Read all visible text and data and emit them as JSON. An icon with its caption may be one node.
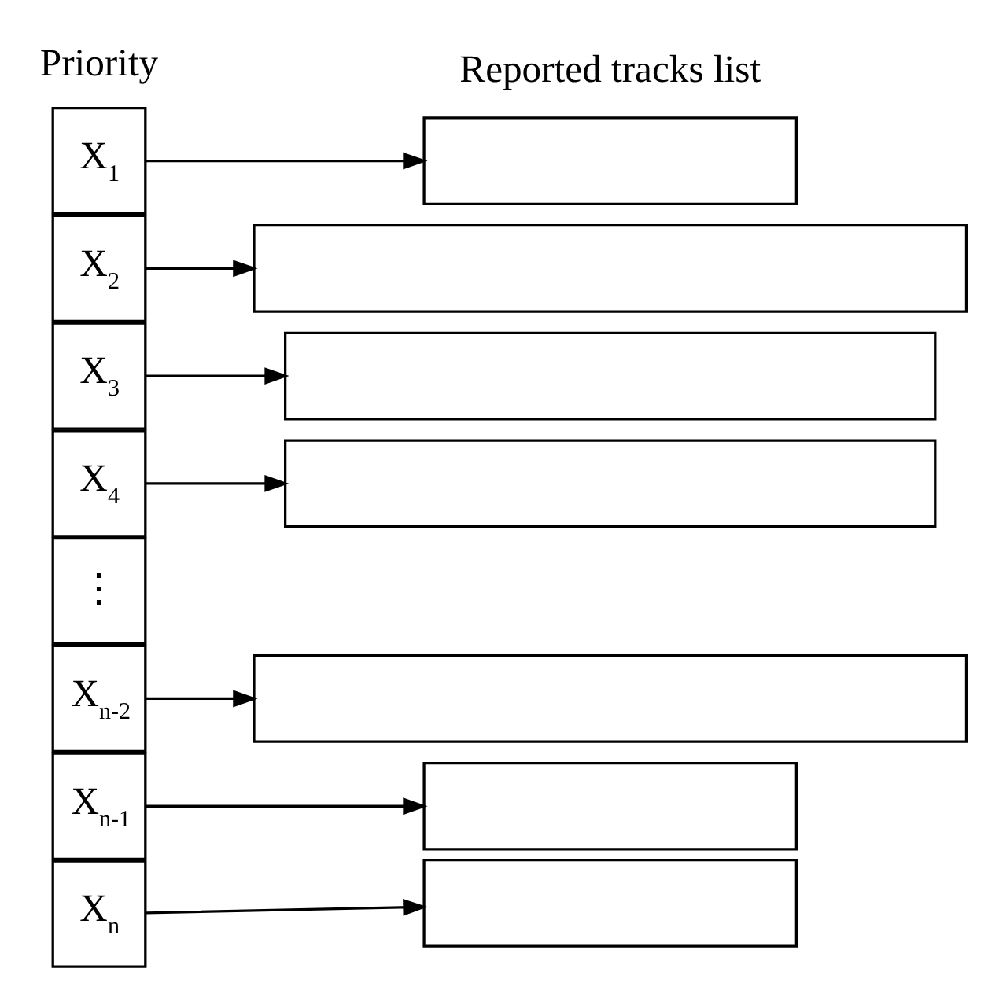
{
  "diagram": {
    "nodes": [
      {
        "text": [
          "X$_{1}$"
        ]
      },
      {
        "text": [
          "X$_{2}$"
        ]
      },
      {
        "text": [
          "X$_{3}$"
        ]
      },
      {
        "text": [
          "X$_{4}$"
        ]
      },
      {
        "text": [
          "⋮"
        ]
      },
      {
        "text": [
          "X$_{n-2}$"
        ]
      },
      {
        "text": [
          "X$_{n-1}$"
        ]
      },
      {
        "text": [
          "X$_{n}$"
        ]
      },
      {
        "text": [],
        "shape": "box"
      },
      {
        "text": [],
        "shape": "box"
      },
      {
        "text": [],
        "shape": "box"
      },
      {
        "text": [],
        "shape": "box"
      },
      {
        "text": [],
        "shape": "box"
      },
      {
        "text": [],
        "shape": "box"
      },
      {
        "text": [],
        "shape": "box"
      }
    ],
    "edges": [
      {
        "from": 0,
        "to": 8,
        "arrow": "to"
      },
      {
        "from": 1,
        "to": 9,
        "arrow": "to"
      },
      {
        "from": 2,
        "to": 10,
        "arrow": "to"
      },
      {
        "from": 3,
        "to": 11,
        "arrow": "to"
      },
      {
        "from": 5,
        "to": 12,
        "arrow": "to"
      },
      {
        "from": 6,
        "to": 13,
        "arrow": "to"
      },
      {
        "from": 7,
        "to": 14,
        "arrow": "to"
      }
    ],
    "labels": [
      "Priority",
      "Reported tracks list"
    ]
  }
}
